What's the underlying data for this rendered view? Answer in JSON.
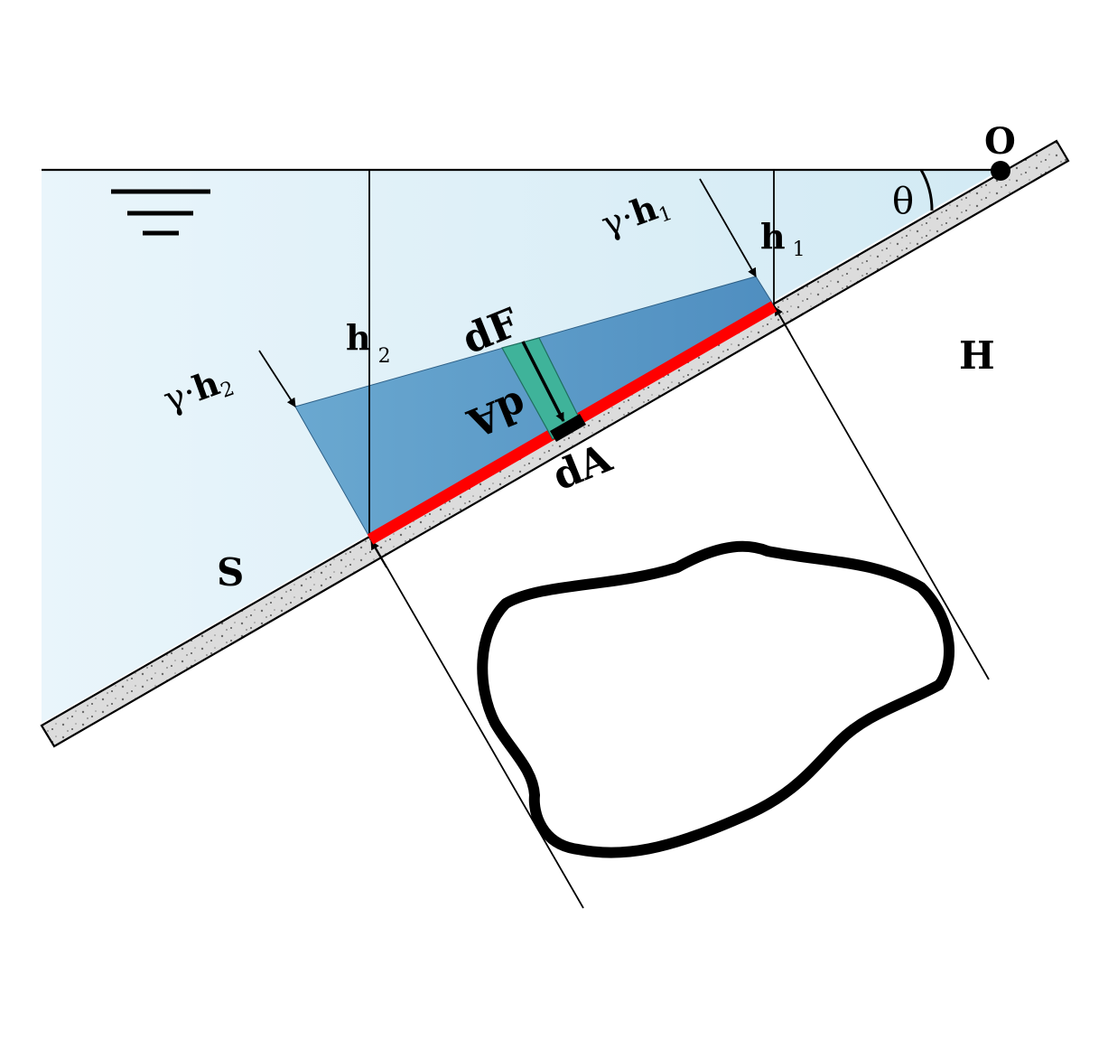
{
  "labels": {
    "origin": "O",
    "theta": "θ",
    "gamma_h1_symbol": "γ·",
    "gamma_h1_var": "h",
    "gamma_h1_sub": "1",
    "gamma_h2_symbol": "γ·",
    "gamma_h2_var": "h",
    "gamma_h2_sub": "2",
    "h1_var": "h",
    "h1_sub": "1",
    "h2_var": "h",
    "h2_sub": "2",
    "dF": "dF",
    "dA_elem": "dA",
    "dA_plate": "dA",
    "surface_label": "S",
    "depth_label": "H"
  },
  "colors": {
    "water": "#d6ecf5",
    "pressure_prism": "#5b9bc7",
    "plate": "#ff0000",
    "strip": "#3fb39a",
    "wall": "#d9d9d9"
  }
}
